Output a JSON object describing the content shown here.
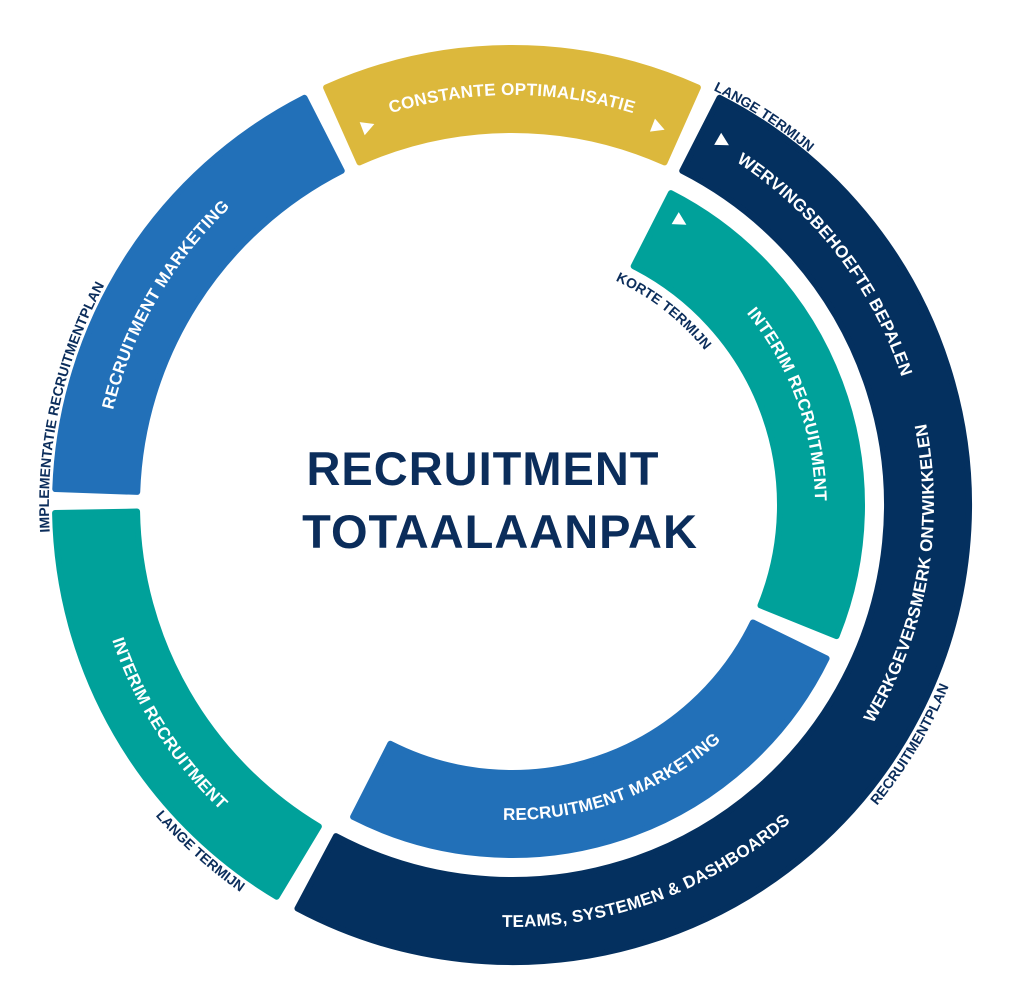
{
  "title": {
    "line1": "RECRUITMENT",
    "line2": "TOTAALAANPAK"
  },
  "colors": {
    "gold": "#dcb83c",
    "navy": "#04305f",
    "blue": "#2270b8",
    "teal": "#00a19a",
    "text_dark": "#0b2d5b"
  },
  "outer_ring": {
    "constante": "CONSTANTE OPTIMALISATIE",
    "wervings": "WERVINGSBEHOEFTE BEPALEN",
    "werkgevers": "WERKGEVERSMERK ONTWIKKELEN",
    "teams": "TEAMS, SYSTEMEN & DASHBOARDS",
    "interim": "INTERIM RECRUITMENT",
    "marketing": "RECRUITMENT MARKETING"
  },
  "inner_ring": {
    "interim": "INTERIM RECRUITMENT",
    "marketing": "RECRUITMENT MARKETING"
  },
  "annotations": {
    "lange_termijn_top": "LANGE TERMIJN",
    "korte_termijn": "KORTE TERMIJN",
    "recruitmentplan": "RECRUITMENTPLAN",
    "implementatie": "IMPLEMENTATIE RECRUITMENTPLAN",
    "lange_termijn_bottom": "LANGE TERMIJN"
  }
}
